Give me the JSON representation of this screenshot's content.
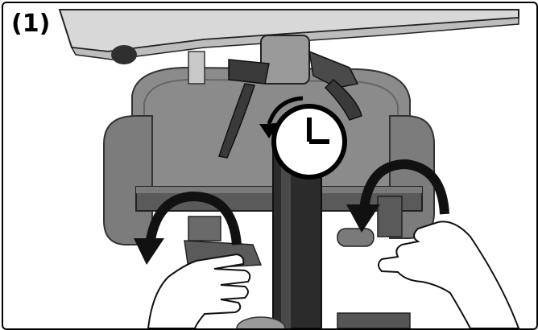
{
  "step_label": "(1)",
  "colors": {
    "frame": "#000000",
    "metal_light": "#d9d9d9",
    "seat_pad": "#8e8e8e",
    "seat_pad_dark": "#6f6f6f",
    "post": "#2a2a2a",
    "arrow": "#1a1a1a",
    "hand_fill": "#ffffff"
  },
  "icons": [
    "clock-icon",
    "rotate-counterclockwise-arrow",
    "left-hand",
    "right-hand"
  ]
}
